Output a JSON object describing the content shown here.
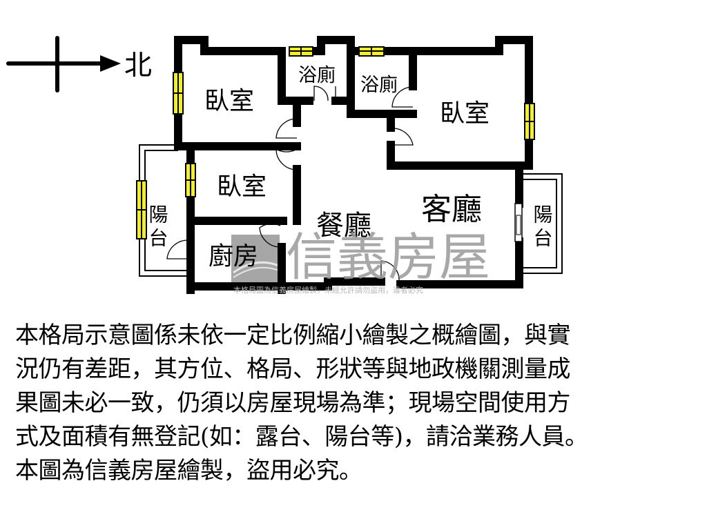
{
  "compass": {
    "direction_label": "北",
    "icon": "north-arrow-icon"
  },
  "rooms": {
    "bedroom_nw": "臥室",
    "bathroom_1": "浴廁",
    "bathroom_2": "浴廁",
    "bedroom_ne": "臥室",
    "bedroom_w": "臥室",
    "balcony_w": "陽台",
    "kitchen": "廚房",
    "dining": "餐廳",
    "living": "客廳",
    "balcony_e": "陽台"
  },
  "watermark": {
    "brand": "信義房屋",
    "notice": "本格局圖為信義房屋繪製，未經允許請勿盜用，違者必究"
  },
  "colors": {
    "wall": "#000000",
    "window": "#f2ef2a",
    "watermark": "#9a9a9a",
    "logo_box": "#a6a6a6"
  },
  "disclaimer": {
    "lines": [
      "本格局示意圖係未依一定比例縮小繪製之概繪圖，與實",
      "況仍有差距，其方位、格局、形狀等與地政機關測量成",
      "果圖未必一致，仍須以房屋現場為準；現場空間使用方",
      "式及面積有無登記(如：露台、陽台等)，請洽業務人員。",
      "本圖為信義房屋繪製，盜用必究。"
    ]
  }
}
